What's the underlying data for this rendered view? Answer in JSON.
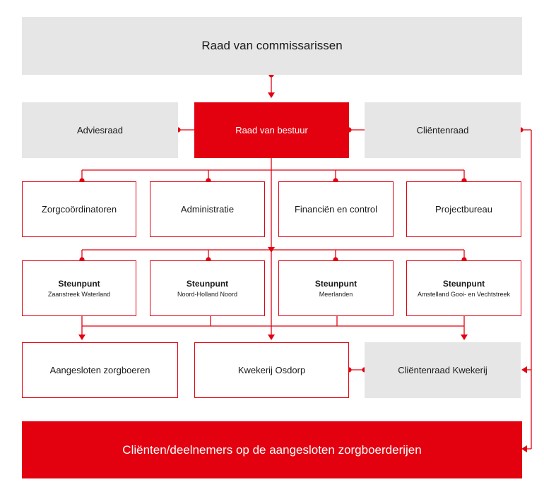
{
  "colors": {
    "accent": "#e3000f",
    "grey": "#e6e6e6"
  },
  "top": {
    "raad_van_commissarissen": "Raad van commissarissen"
  },
  "row1": {
    "adviesraad": "Adviesraad",
    "raad_van_bestuur": "Raad van bestuur",
    "clientenraad": "Cliëntenraad"
  },
  "row2": {
    "zorgcoordinatoren": "Zorgcoördinatoren",
    "administratie": "Administratie",
    "financien": "Financiën en control",
    "projectbureau": "Projectbureau"
  },
  "steunpunten": [
    {
      "title": "Steunpunt",
      "sub": "Zaanstreek Waterland"
    },
    {
      "title": "Steunpunt",
      "sub": "Noord-Holland Noord"
    },
    {
      "title": "Steunpunt",
      "sub": "Meerlanden"
    },
    {
      "title": "Steunpunt",
      "sub": "Amstelland Gooi- en Vechtstreek"
    }
  ],
  "row4": {
    "aangesloten": "Aangesloten zorgboeren",
    "kwekerij": "Kwekerij Osdorp",
    "clientenraad_kwekerij": "Cliëntenraad Kwekerij"
  },
  "bottom": {
    "clienten": "Cliënten/deelnemers op de aangesloten zorgboerderijen"
  }
}
